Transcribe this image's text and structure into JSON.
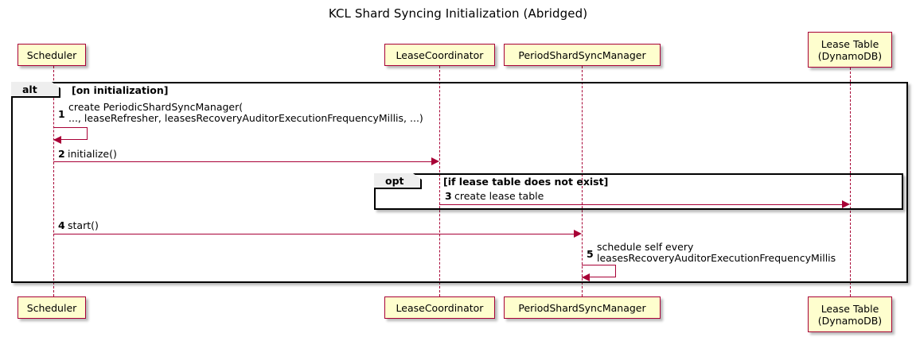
{
  "diagram": {
    "type": "sequence-diagram",
    "title": "KCL Shard Syncing Initialization (Abridged)",
    "colors": {
      "participant_fill": "#FEFECE",
      "participant_border": "#A80036",
      "lifeline": "#A80036",
      "arrow": "#A80036",
      "frame_border": "#000000",
      "frame_tab_fill": "#EEEEEE",
      "background": "#FFFFFF"
    }
  },
  "participants": [
    {
      "id": "scheduler",
      "label": "Scheduler"
    },
    {
      "id": "lease_coordinator",
      "label": "LeaseCoordinator"
    },
    {
      "id": "period_shard_sync_manager",
      "label": "PeriodShardSyncManager"
    },
    {
      "id": "lease_table",
      "label": "Lease Table\n(DynamoDB)"
    }
  ],
  "frames": [
    {
      "id": "alt-frame",
      "kind": "alt",
      "condition": "[on initialization]"
    },
    {
      "id": "opt-frame",
      "kind": "opt",
      "condition": "[if lease table does not exist]"
    }
  ],
  "messages": [
    {
      "num": "1",
      "text": "create PeriodicShardSyncManager(\n    ..., leaseRefresher, leasesRecoveryAuditorExecutionFrequencyMillis, ...)",
      "from": "scheduler",
      "to": "scheduler",
      "self": true
    },
    {
      "num": "2",
      "text": "initialize()",
      "from": "scheduler",
      "to": "lease_coordinator",
      "self": false
    },
    {
      "num": "3",
      "text": "create lease table",
      "from": "lease_coordinator",
      "to": "lease_table",
      "self": false
    },
    {
      "num": "4",
      "text": "start()",
      "from": "scheduler",
      "to": "period_shard_sync_manager",
      "self": false
    },
    {
      "num": "5",
      "text": "schedule self every\n    leasesRecoveryAuditorExecutionFrequencyMillis",
      "from": "period_shard_sync_manager",
      "to": "period_shard_sync_manager",
      "self": true
    }
  ]
}
